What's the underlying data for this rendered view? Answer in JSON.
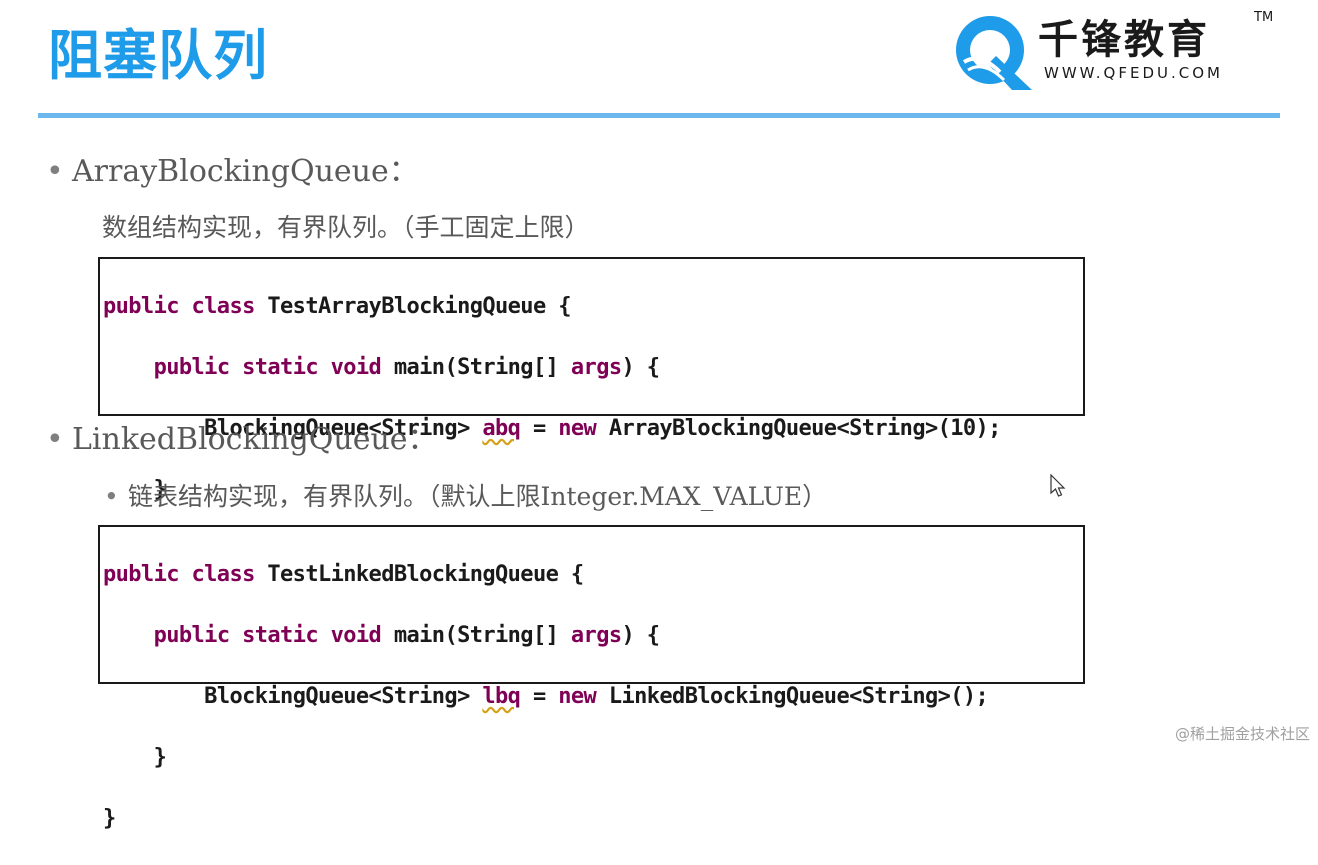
{
  "slide": {
    "title": "阻塞队列",
    "logo": {
      "name": "千锋教育",
      "url": "WWW.QFEDU.COM",
      "tm": "TM",
      "icon": "qf-logo-icon"
    },
    "accent_color": "#1e9be9",
    "rule_color": "#6cb7ec"
  },
  "sections": [
    {
      "heading": "ArrayBlockingQueue：",
      "description": "数组结构实现，有界队列。（手工固定上限）",
      "code": {
        "line1": {
          "kw": "public class ",
          "rest": "TestArrayBlockingQueue {"
        },
        "line2": {
          "indent": "    ",
          "kw": "public static void ",
          "rest": "main(String[] ",
          "kw2": "args",
          "tail": ") {"
        },
        "line3": {
          "indent": "        ",
          "pre": "BlockingQueue<String> ",
          "var": "abq",
          "mid": " = ",
          "kw": "new",
          "rest": " ArrayBlockingQueue<String>(10);"
        },
        "line4": "    }",
        "line5": "}"
      }
    },
    {
      "heading": "LinkedBlockingQueue：",
      "description": "链表结构实现，有界队列。（默认上限Integer.MAX_VALUE）",
      "code": {
        "line1": {
          "kw": "public class ",
          "rest": "TestLinkedBlockingQueue {"
        },
        "line2": {
          "indent": "    ",
          "kw": "public static void ",
          "rest": "main(String[] ",
          "kw2": "args",
          "tail": ") {"
        },
        "line3": {
          "indent": "        ",
          "pre": "BlockingQueue<String> ",
          "var": "lbq",
          "mid": " = ",
          "kw": "new",
          "rest": " LinkedBlockingQueue<String>();"
        },
        "line4": "    }",
        "line5": "}"
      }
    }
  ],
  "bullet_char": "•",
  "watermark": "@稀土掘金技术社区",
  "cursor_icon": "mouse-pointer-icon"
}
